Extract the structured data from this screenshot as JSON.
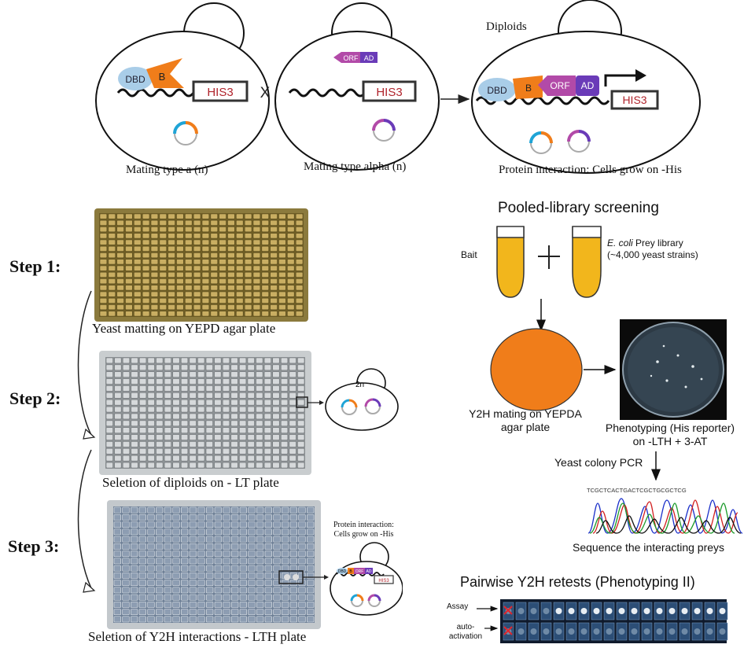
{
  "top": {
    "cell_a": {
      "dbd": "DBD",
      "b": "B",
      "his3": "HIS3",
      "caption": "Mating type a (n)"
    },
    "cross": "X",
    "cell_alpha": {
      "orf": "ORF",
      "ad": "AD",
      "his3": "HIS3",
      "caption": "Mating type alpha (n)"
    },
    "diploid": {
      "title": "Diploids",
      "dbd": "DBD",
      "b": "B",
      "orf": "ORF",
      "ad": "AD",
      "his3": "HIS3",
      "caption": "Protein interaction: Cells grow on -His"
    }
  },
  "steps": {
    "step1": {
      "label": "Step 1:",
      "caption": "Yeast matting  on YEPD agar plate"
    },
    "step2": {
      "label": "Step 2:",
      "caption": "Seletion of diploids  on - LT plate",
      "cell_label": "2n"
    },
    "step3": {
      "label": "Step 3:",
      "caption": "Seletion of Y2H interactions - LTH plate",
      "note": "Protein interaction:\nCells grow on -His",
      "mini_his3": "HIS3",
      "mini_orf": "ORF",
      "mini_ad": "AD",
      "mini_dbd": "DBD",
      "mini_b": "B"
    }
  },
  "pooled": {
    "title": "Pooled-library screening",
    "bait": "Bait",
    "prey_italic": "E. coli",
    "prey_line1": " Prey library",
    "prey_line2": "(~4,000 yeast strains)",
    "mating_line1": "Y2H mating on YEPDA",
    "mating_line2": "agar plate",
    "pheno_line1": "Phenotyping (His reporter)",
    "pheno_line2": "on -LTH + 3-AT",
    "pcr": "Yeast colony PCR",
    "sequence": "Sequence the interacting preys",
    "seq_letters": "TCGCTCACTGACTCGCTGCGCTCG",
    "retest_title": "Pairwise Y2H retests (Phenotyping II)",
    "assay": "Assay",
    "auto1": "auto-",
    "auto2": "activation"
  },
  "colors": {
    "orange": "#f07d1a",
    "light_blue": "#a9cde8",
    "purple": "#6a3bb8",
    "magenta": "#b24aa8",
    "his3_red": "#b0242c",
    "tube_yellow": "#f2b61c",
    "plate_gold": "#9a8233",
    "plate_gray": "#b9bdc0",
    "plate_blue": "#8596ab"
  }
}
